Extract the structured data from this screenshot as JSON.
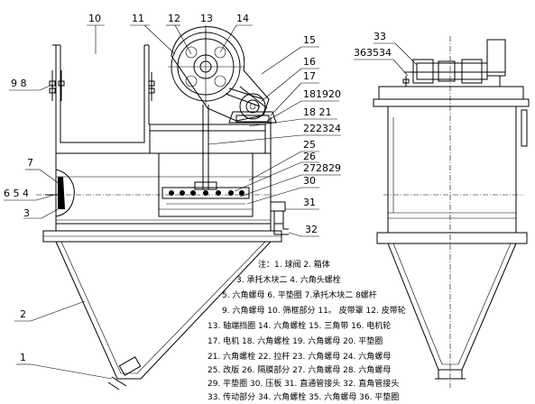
{
  "callouts": {
    "c1": "1",
    "c2": "2",
    "c3": "3",
    "c6_5_4": "6 5 4",
    "c7": "7",
    "c9_8": "9 8",
    "c10": "10",
    "c11": "11",
    "c12": "12",
    "c13": "13",
    "c14": "14",
    "c15": "15",
    "c16": "16",
    "c17": "17",
    "c181920": "181920",
    "c18_21": "18 21",
    "c222324": "222324",
    "c25": "25",
    "c26": "26",
    "c272829": "272829",
    "c30": "30",
    "c31": "31",
    "c32": "32",
    "c33": "33",
    "c363534": "363534"
  },
  "legend": {
    "title": "注：",
    "lines": [
      "注：1. 球阀 2. 箱体",
      "3. 承托木块二 4. 六角头螺栓",
      "5. 六角螺母 6. 平垫圈 7.承托木块二 8螺杆",
      "9. 六角螺母 10. 筛框部分 11。 皮带罩 12. 皮带轮",
      "13. 轴端挡圈 14. 六角螺栓 15. 三角带 16. 电机轮",
      "17. 电机 18. 六角螺栓 19. 六角螺母 20. 平垫圈",
      "21. 六角螺栓 22. 拉杆 23. 六角螺母 24. 六角螺母",
      "25. 改版 26. 隔膜部分 27. 六角螺母 28. 六角螺母",
      "29. 平垫圈 30. 压板 31. 直通管接头 32. 直角管接头",
      "33. 传动部分 34. 六角螺栓 35. 六角螺母 36. 平垫圈"
    ]
  }
}
